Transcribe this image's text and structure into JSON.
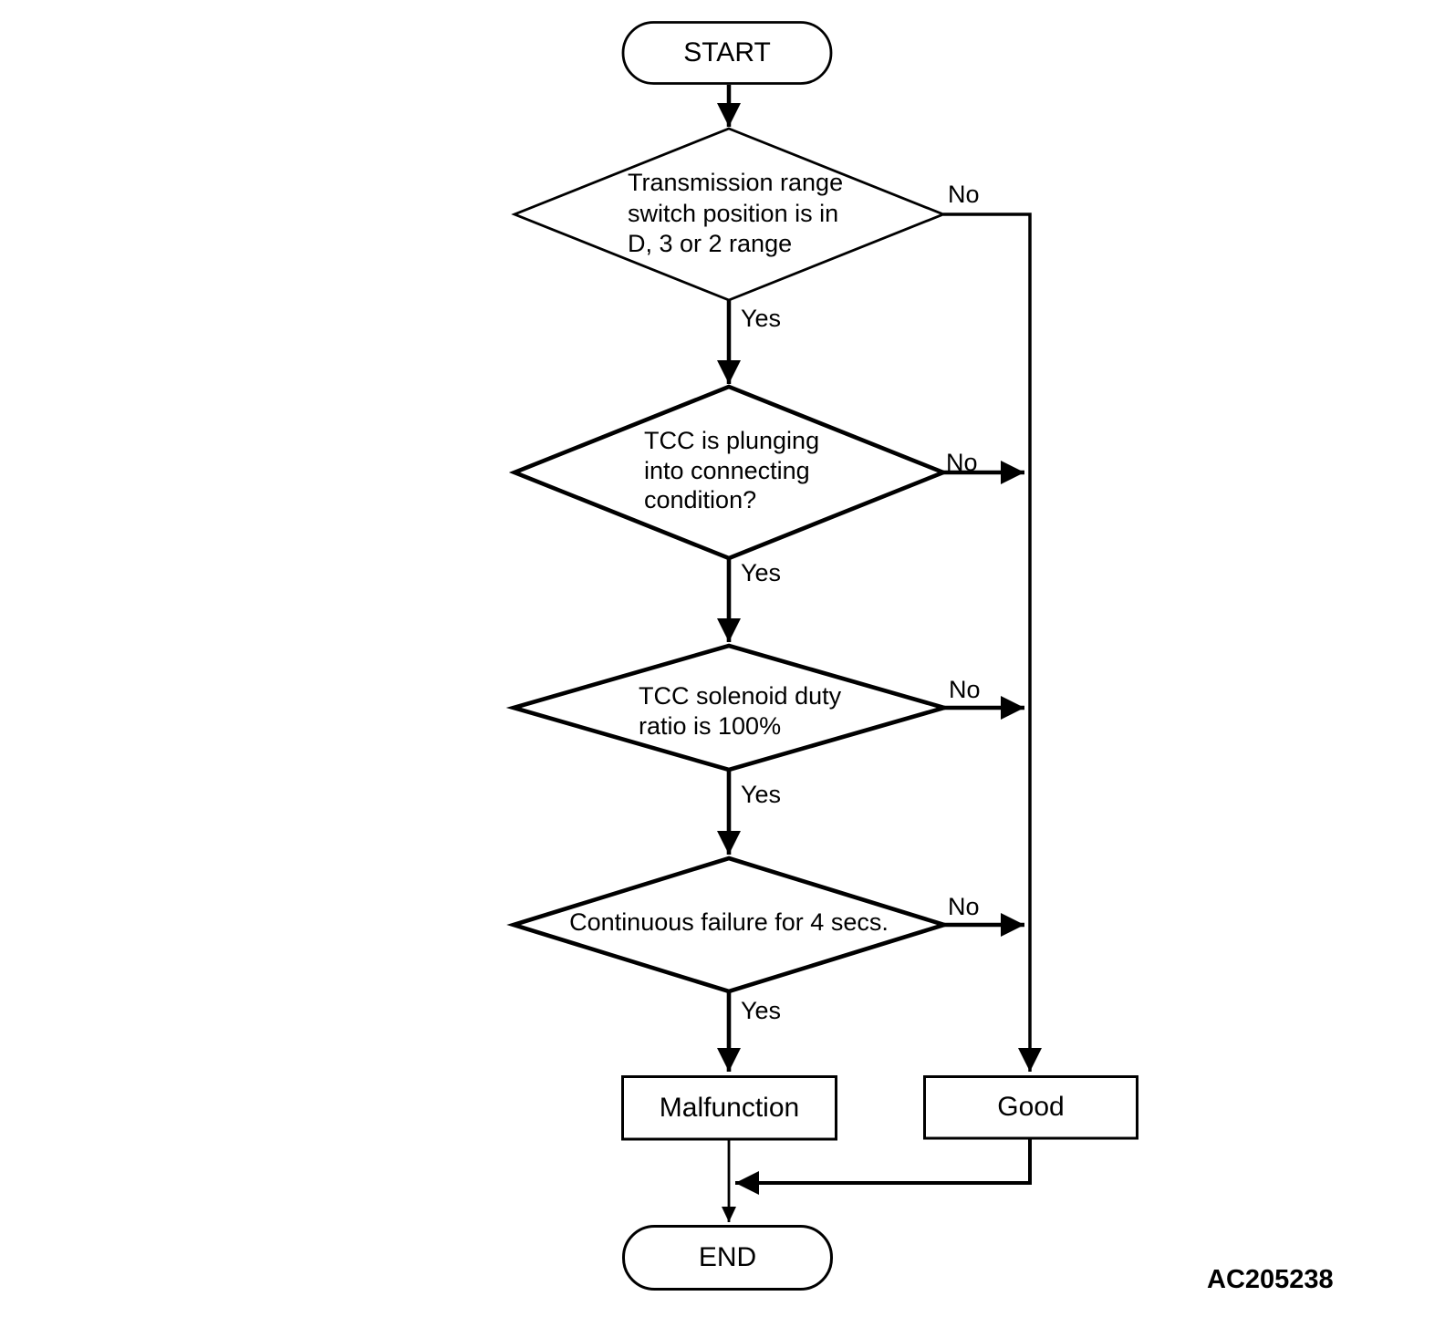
{
  "figure": {
    "code": "AC205238",
    "background_color": "#ffffff",
    "line_color": "#000000",
    "text_color": "#000000"
  },
  "flowchart": {
    "start": {
      "label": "START"
    },
    "decisions": [
      {
        "name": "transmission-range-switch",
        "lines": [
          "Transmission range",
          "switch position is in",
          "D, 3 or 2 range"
        ],
        "yes": "Yes",
        "no": "No"
      },
      {
        "name": "tcc-plunging",
        "lines": [
          "TCC is plunging",
          "into connecting",
          "condition?"
        ],
        "yes": "Yes",
        "no": "No"
      },
      {
        "name": "tcc-solenoid-duty",
        "lines": [
          "TCC solenoid duty",
          "ratio is 100%"
        ],
        "yes": "Yes",
        "no": "No"
      },
      {
        "name": "continuous-failure",
        "lines": [
          "Continuous failure for 4 secs."
        ],
        "yes": "Yes",
        "no": "No"
      }
    ],
    "outcomes": [
      {
        "name": "malfunction",
        "label": "Malfunction"
      },
      {
        "name": "good",
        "label": "Good"
      }
    ],
    "end": {
      "label": "END"
    }
  }
}
